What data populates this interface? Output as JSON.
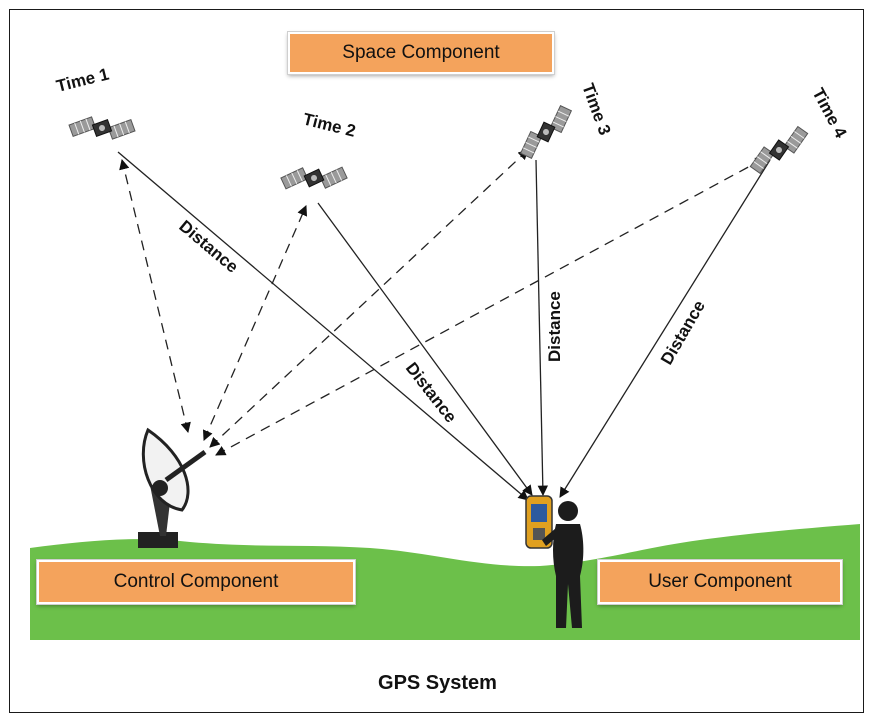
{
  "title": "GPS System",
  "components": {
    "space": "Space Component",
    "control": "Control Component",
    "user": "User Component"
  },
  "satellites": [
    {
      "label": "Time 1"
    },
    {
      "label": "Time 2"
    },
    {
      "label": "Time 3"
    },
    {
      "label": "Time 4"
    }
  ],
  "distance_labels": [
    "Distance",
    "Distance",
    "Distance",
    "Distance"
  ],
  "colors": {
    "component_fill": "#f4a35c",
    "ground": "#6cc04a",
    "frame": "#1a1a1a"
  },
  "icons": [
    "satellite-icon",
    "dish-antenna-icon",
    "gps-receiver-icon",
    "person-silhouette-icon"
  ]
}
